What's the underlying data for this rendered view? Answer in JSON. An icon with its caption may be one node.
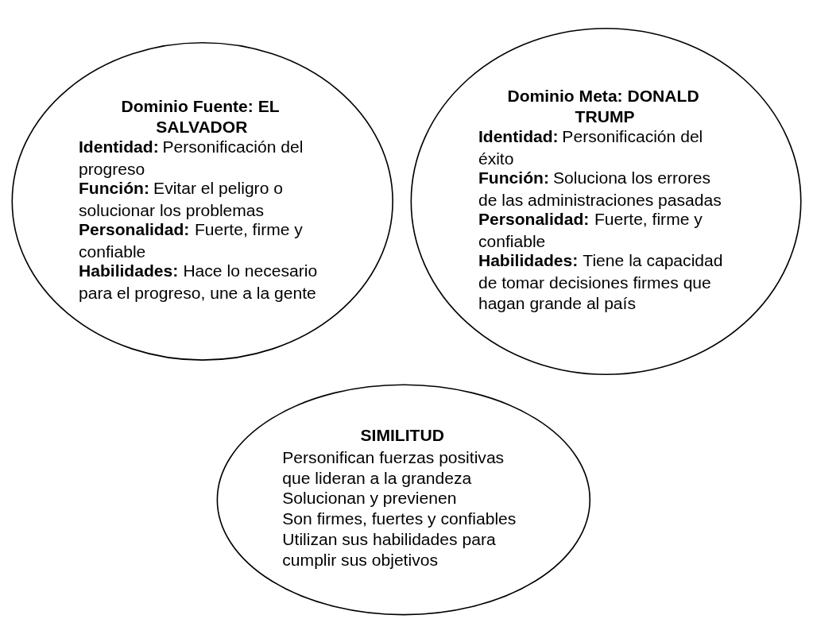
{
  "diagram": {
    "nodes": [
      {
        "text": [
          "Dominio Fuente: EL SALVADOR",
          "**Identidad:** Personificación del progreso",
          "**Función:** Evitar el peligro o solucionar los problemas",
          "**Personalidad:** Fuerte, firme y confiable",
          "**Habilidades:** Hace lo necesario para el progreso, une a la gente"
        ]
      },
      {
        "text": [
          "Dominio Meta: DONALD TRUMP",
          "**Identidad:** Personificación del éxito",
          "**Función:** Soluciona los errores de las administraciones pasadas",
          "**Personalidad:** Fuerte, firme y confiable",
          "**Habilidades:** Tiene la capacidad de tomar decisiones firmes que hagan grande al país"
        ]
      },
      {
        "text": [
          "SIMILITUD",
          "Personifican fuerzas positivas que lideran a la grandeza",
          "Solucionan y previenen",
          "Son firmes, fuertes y confiables",
          "Utilizan sus habilidades para cumplir sus objetivos"
        ]
      }
    ]
  }
}
